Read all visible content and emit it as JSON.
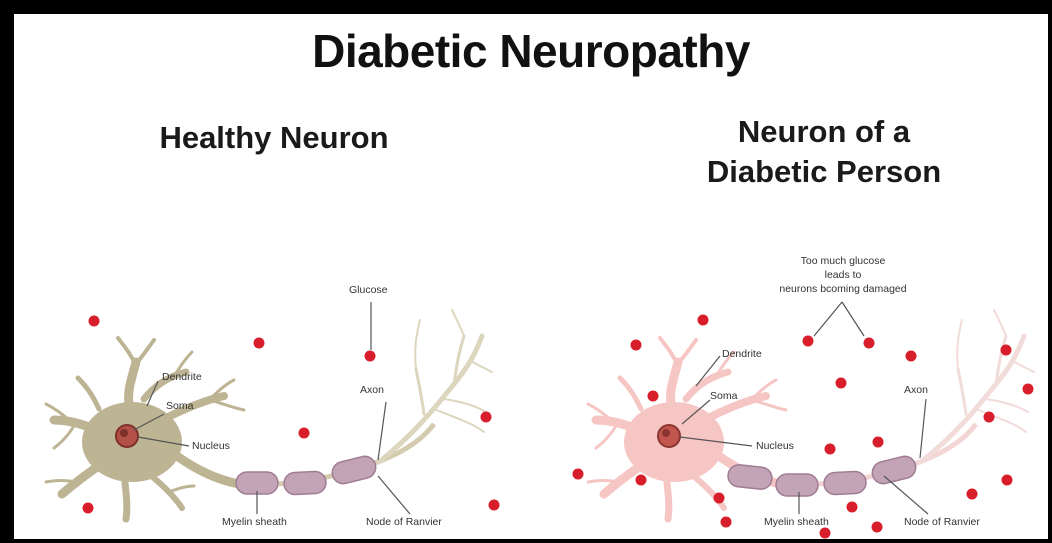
{
  "title": "Diabetic Neuropathy",
  "healthy": {
    "heading": "Healthy Neuron",
    "labels": {
      "glucose": "Glucose",
      "dendrite": "Dendrite",
      "soma": "Soma",
      "nucleus": "Nucleus",
      "axon": "Axon",
      "myelin": "Myelin sheath",
      "node": "Node of Ranvier"
    }
  },
  "diabetic": {
    "heading_line1": "Neuron of a",
    "heading_line2": "Diabetic Person",
    "annotation_line1": "Too much glucose",
    "annotation_line2": "leads to",
    "annotation_line3": "neurons bcoming damaged",
    "labels": {
      "dendrite": "Dendrite",
      "soma": "Soma",
      "nucleus": "Nucleus",
      "axon": "Axon",
      "myelin": "Myelin sheath",
      "node": "Node of Ranvier"
    }
  },
  "colors": {
    "healthy_neuron": "#bdb493",
    "diabetic_neuron": "#f6c6c4",
    "myelin": "#c3a3b6",
    "glucose_dot": "#d81e2a",
    "nucleus": "#9a3b34"
  }
}
